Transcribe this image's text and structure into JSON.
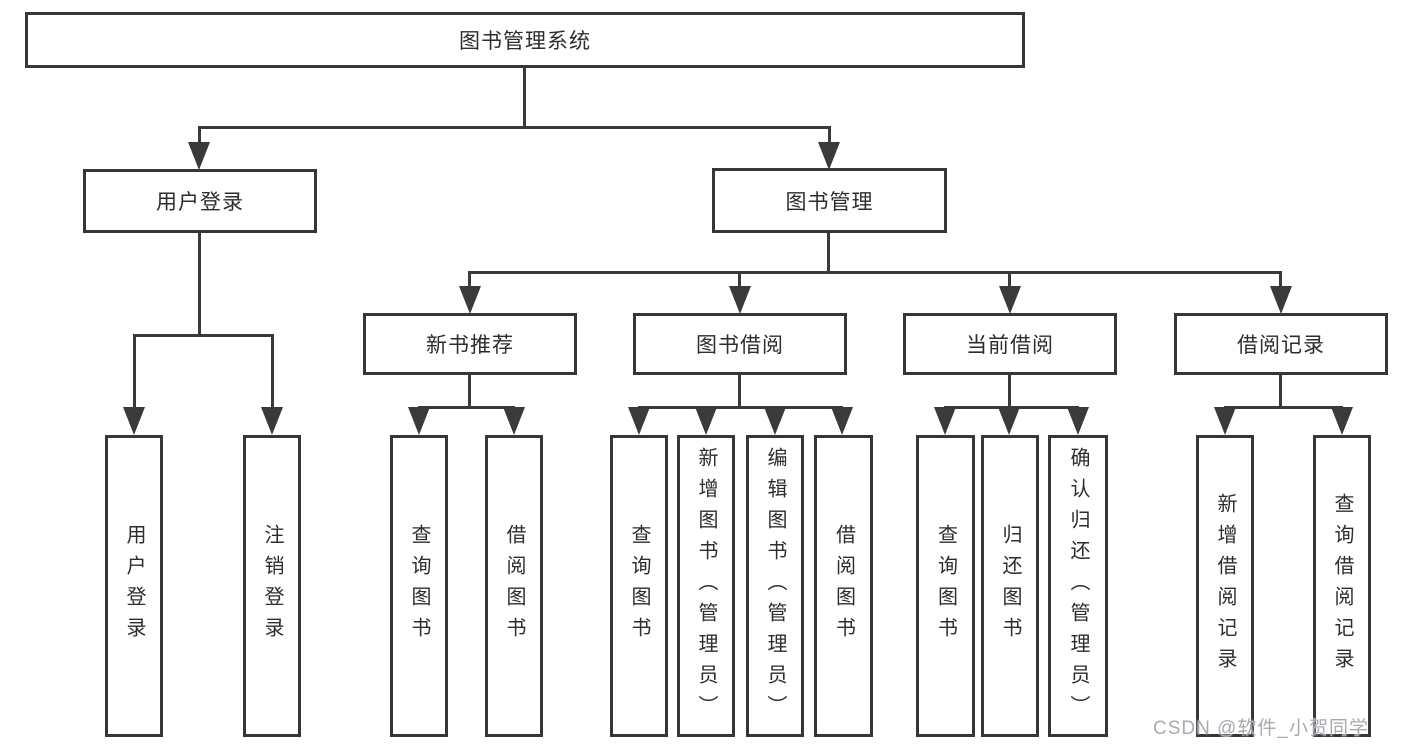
{
  "nodes": {
    "root": {
      "label": "图书管理系统"
    },
    "level2": [
      {
        "label": "用户登录"
      },
      {
        "label": "图书管理"
      }
    ],
    "level3": [
      {
        "label": "新书推荐"
      },
      {
        "label": "图书借阅"
      },
      {
        "label": "当前借阅"
      },
      {
        "label": "借阅记录"
      }
    ],
    "leaves": {
      "login": [
        "用户登录",
        "注销登录"
      ],
      "new_books": [
        "查询图书",
        "借阅图书"
      ],
      "book_borrow": [
        "查询图书",
        "新增图书（管理员）",
        "编辑图书（管理员）",
        "借阅图书"
      ],
      "current_borrow": [
        "查询图书",
        "归还图书",
        "确认归还（管理员）"
      ],
      "borrow_records": [
        "新增借阅记录",
        "查询借阅记录"
      ]
    }
  },
  "watermark": "CSDN @软件_小贺同学",
  "colors": {
    "line": "#3a3a3a",
    "box_border": "#363636",
    "text": "#2d2d2d",
    "watermark": "#a9a9b2",
    "background": "#ffffff"
  }
}
